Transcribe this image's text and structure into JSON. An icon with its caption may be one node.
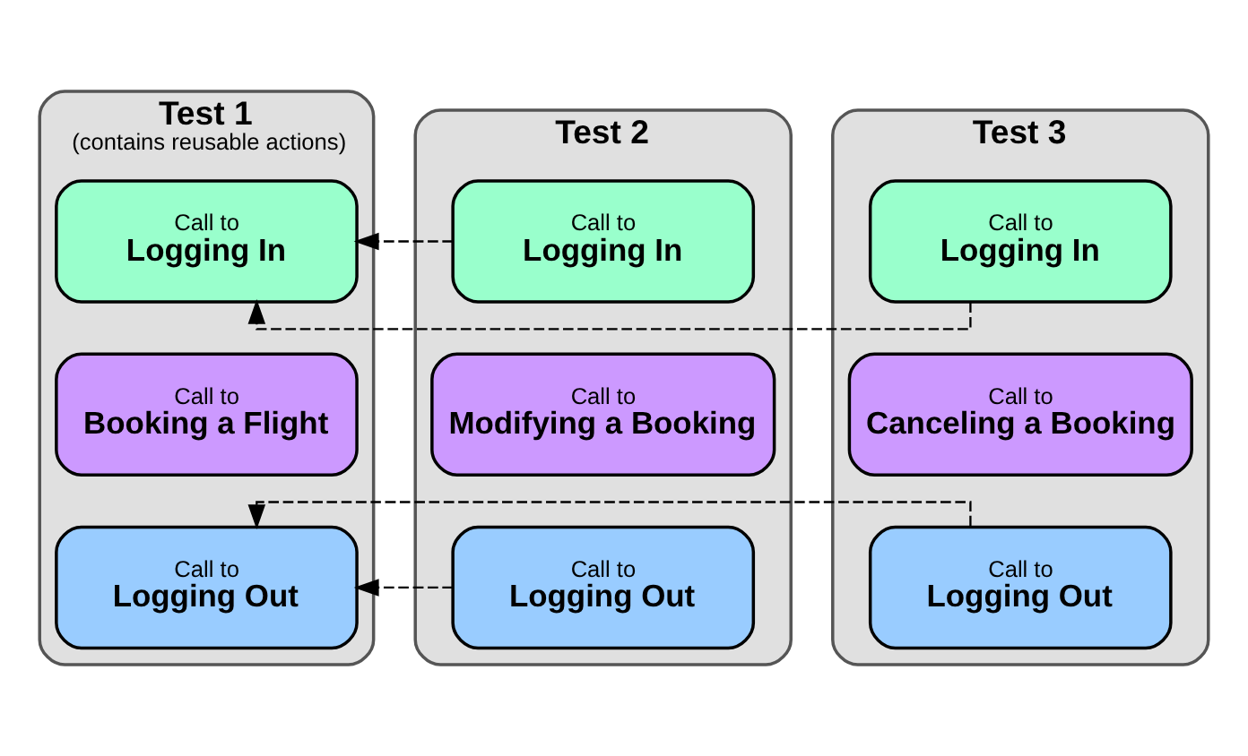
{
  "diagram": {
    "nodes": [
      {
        "text": [
          "Test 1",
          "(contains reusable actions)"
        ]
      },
      {
        "text": [
          "Call to",
          "Logging In"
        ],
        "in": 0
      },
      {
        "text": [
          "Call to",
          "Booking a Flight"
        ],
        "in": 0
      },
      {
        "text": [
          "Call to",
          "Logging Out"
        ],
        "in": 0
      },
      {
        "text": [
          "Test 2"
        ]
      },
      {
        "text": [
          "Call to",
          "Logging In"
        ],
        "in": 4
      },
      {
        "text": [
          "Call to",
          "Modifying a Booking"
        ],
        "in": 4
      },
      {
        "text": [
          "Call to",
          "Logging Out"
        ],
        "in": 4
      },
      {
        "text": [
          "Test 3"
        ]
      },
      {
        "text": [
          "Call to",
          "Logging In"
        ],
        "in": 8
      },
      {
        "text": [
          "Call to",
          "Canceling a Booking"
        ],
        "in": 8
      },
      {
        "text": [
          "Call to",
          "Logging Out"
        ],
        "in": 8
      }
    ],
    "edges": [
      {
        "from": 5,
        "to": 1,
        "arrow": "to",
        "style": "dashed"
      },
      {
        "from": 9,
        "to": 1,
        "arrow": "to",
        "style": "dashed"
      },
      {
        "from": 7,
        "to": 3,
        "arrow": "to",
        "style": "dashed"
      },
      {
        "from": 11,
        "to": 3,
        "arrow": "to",
        "style": "dashed"
      }
    ]
  }
}
